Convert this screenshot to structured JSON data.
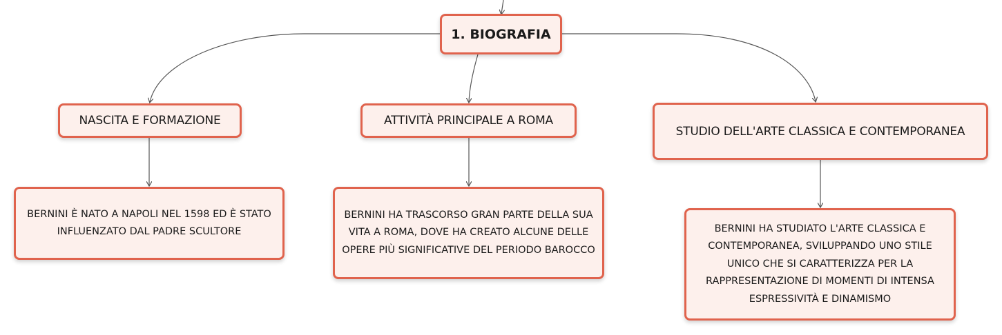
{
  "mindmap": {
    "root": {
      "label": "1. BIOGRAFIA"
    },
    "topics": [
      {
        "label": "NASCITA E FORMAZIONE",
        "detail": "BERNINI È NATO A NAPOLI NEL 1598 ED È STATO INFLUENZATO DAL PADRE SCULTORE"
      },
      {
        "label": "ATTIVITÀ PRINCIPALE A ROMA",
        "detail": "BERNINI HA TRASCORSO GRAN PARTE DELLA SUA VITA A ROMA, DOVE HA CREATO ALCUNE DELLE OPERE PIÙ SIGNIFICATIVE DEL PERIODO BAROCCO"
      },
      {
        "label": "STUDIO DELL'ARTE CLASSICA E CONTEMPORANEA",
        "detail": "BERNINI HA STUDIATO L'ARTE CLASSICA E CONTEMPORANEA, SVILUPPANDO UNO STILE UNICO CHE SI CARATTERIZZA PER LA RAPPRESENTAZIONE DI MOMENTI DI INTENSA ESPRESSIVITÀ E DINAMISMO"
      }
    ]
  },
  "colors": {
    "node_border": "#e0634d",
    "node_fill": "#fdf0ec",
    "connector": "#555555"
  }
}
